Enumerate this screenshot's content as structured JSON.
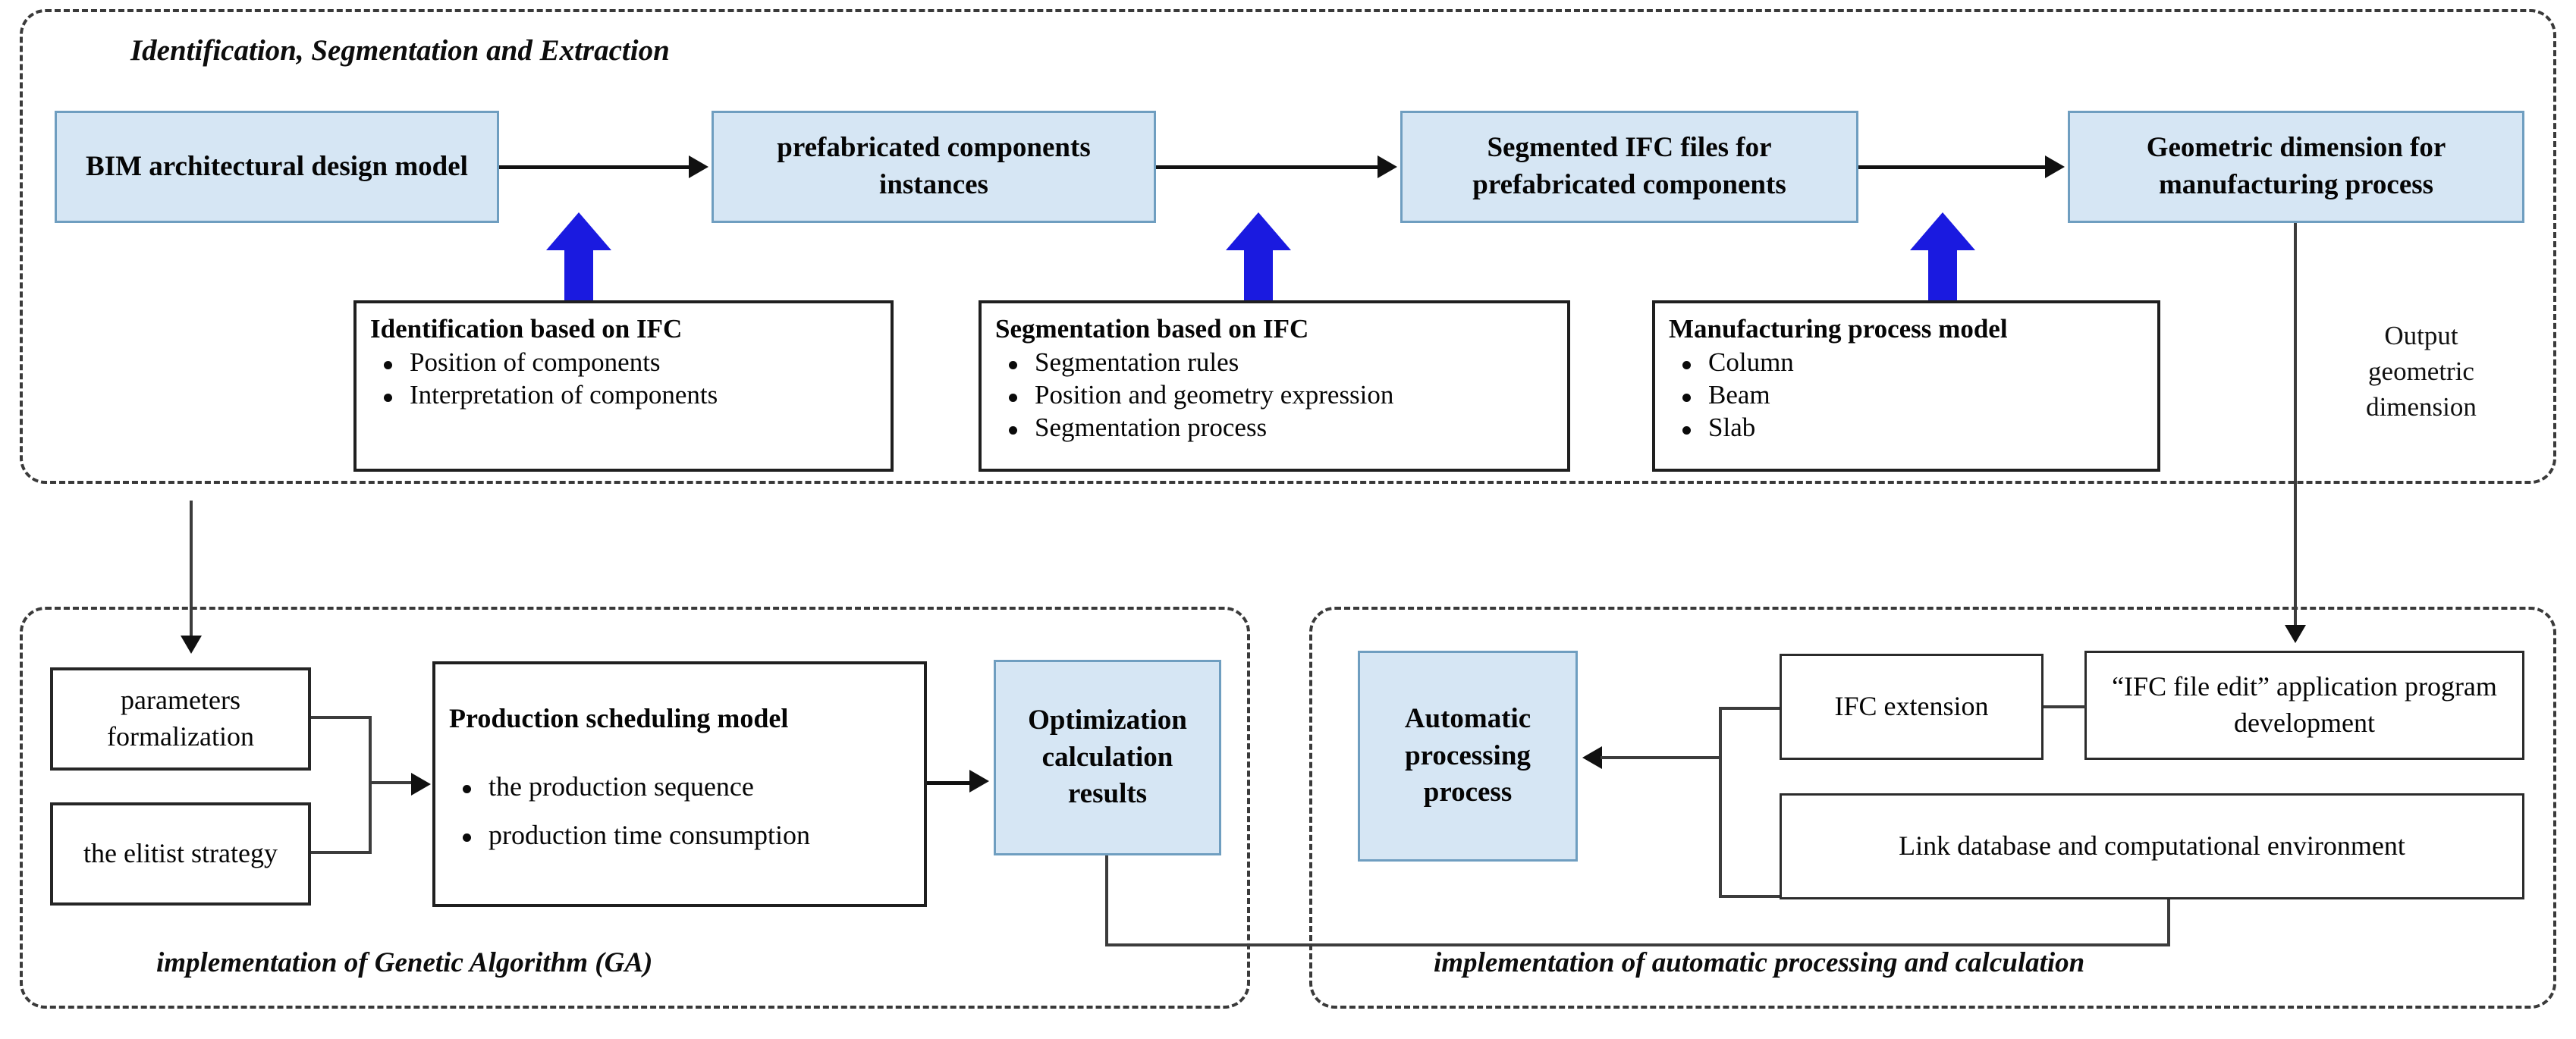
{
  "diagram": {
    "regions": [
      {
        "id": "top",
        "title": "Identification, Segmentation and Extraction"
      },
      {
        "id": "ga",
        "title": "implementation of Genetic Algorithm (GA)"
      },
      {
        "id": "auto",
        "title": "implementation of automatic processing and calculation"
      }
    ],
    "top_flow": {
      "boxes": [
        {
          "id": "bim-model",
          "label": "BIM architectural design model"
        },
        {
          "id": "prefab-instances",
          "label": "prefabricated components instances"
        },
        {
          "id": "segmented-ifc",
          "label": "Segmented IFC files for prefabricated components"
        },
        {
          "id": "geometric-dimension",
          "label": "Geometric dimension for manufacturing process"
        }
      ],
      "details": [
        {
          "id": "identification",
          "heading": "Identification based on IFC",
          "items": [
            "Position of components",
            "Interpretation of components"
          ]
        },
        {
          "id": "segmentation",
          "heading": "Segmentation based on IFC",
          "items": [
            "Segmentation rules",
            "Position and geometry expression",
            "Segmentation process"
          ]
        },
        {
          "id": "manufacturing",
          "heading": "Manufacturing process model",
          "items": [
            "Column",
            "Beam",
            "Slab"
          ]
        }
      ],
      "output_label": "Output\ngeometric\ndimension"
    },
    "ga_section": {
      "boxes": [
        {
          "id": "parameters-formalization",
          "label": "parameters formalization"
        },
        {
          "id": "elitist-strategy",
          "label": "the elitist strategy"
        },
        {
          "id": "optimization-results",
          "label": "Optimization calculation results"
        }
      ],
      "detail": {
        "id": "production-scheduling",
        "heading": "Production scheduling model",
        "items": [
          "the production sequence",
          "production time consumption"
        ]
      }
    },
    "auto_section": {
      "boxes": [
        {
          "id": "automatic-processing",
          "label": "Automatic processing process"
        },
        {
          "id": "ifc-extension",
          "label": "IFC extension"
        },
        {
          "id": "ifc-file-edit",
          "label": "“IFC file edit” application program development"
        },
        {
          "id": "link-database",
          "label": "Link database and computational environment"
        }
      ]
    },
    "colors": {
      "node_fill": "#d6e6f4",
      "node_border": "#6f9ec0",
      "block_arrow": "#1a1ae0",
      "line": "#111111",
      "region_border": "#3a3a3a"
    }
  }
}
